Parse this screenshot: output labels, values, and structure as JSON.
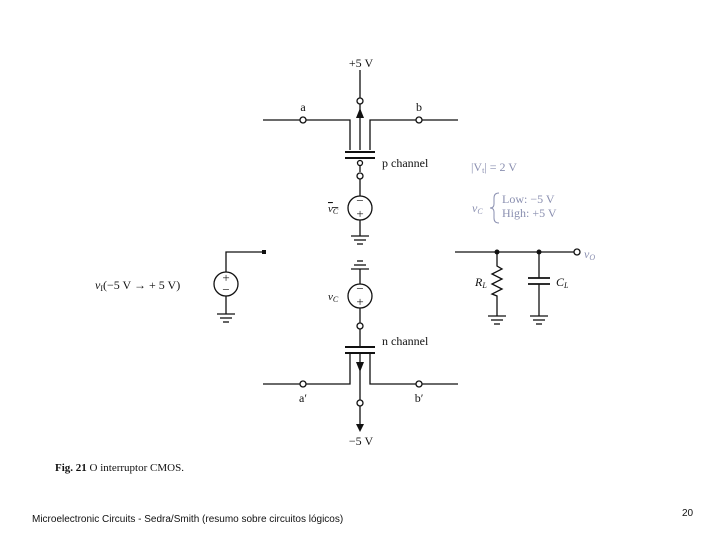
{
  "diagram": {
    "supply_top": "+5 V",
    "supply_bottom": "−5 V",
    "node_a": "a",
    "node_b": "b",
    "node_a_prime": "a′",
    "node_b_prime": "b′",
    "p_channel": "p channel",
    "n_channel": "n channel",
    "vc_bar_label": "v",
    "vc_bar_sub": "C",
    "vc_label": "v",
    "vc_sub": "C",
    "vt_label": "|V",
    "vt_sub": "t",
    "vt_value": "| = 2 V",
    "vc_note_var": "v",
    "vc_note_sub": "C",
    "low_label": "Low: −5 V",
    "high_label": "High: +5 V",
    "vi_label_var": "v",
    "vi_label_sub": "I",
    "vi_label_rest": "(−5 V → + 5 V)",
    "vo_var": "v",
    "vo_sub": "O",
    "rl_var": "R",
    "rl_sub": "L",
    "cl_var": "C",
    "cl_sub": "L",
    "plus_sign": "+",
    "minus_sign": "−"
  },
  "caption": {
    "fig_label": "Fig. 21",
    "text": " O interruptor CMOS."
  },
  "footer": {
    "text": "Microelectronic Circuits - Sedra/Smith (resumo sobre circuitos lógicos)",
    "page_number": "20"
  }
}
